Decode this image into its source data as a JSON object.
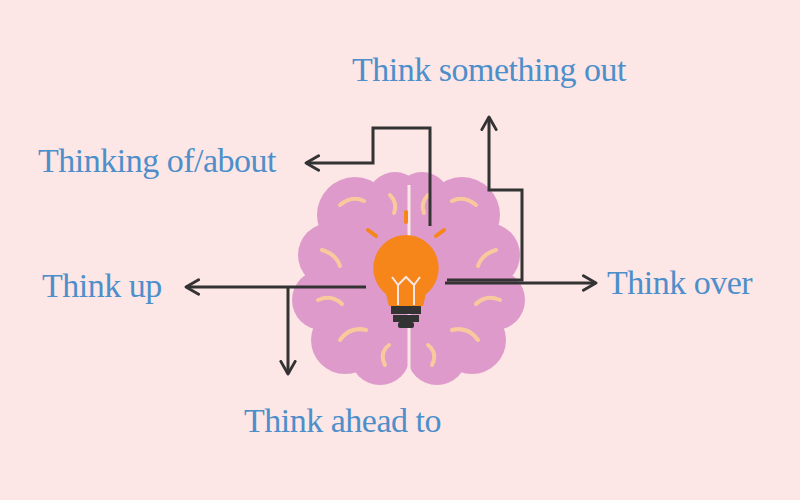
{
  "diagram": {
    "labels": [
      "Think something out",
      "Thinking of/about",
      "Think up",
      "Think over",
      "Think ahead to"
    ]
  }
}
